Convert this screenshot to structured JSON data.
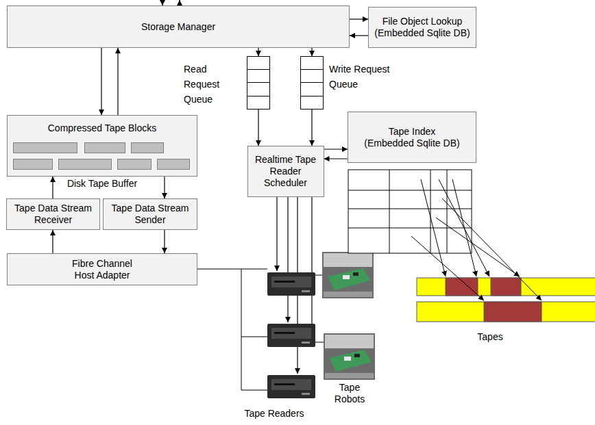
{
  "diagram": {
    "nodes": [
      {
        "text": [
          "Storage Manager"
        ]
      },
      {
        "text": [
          "File Object Lookup",
          "(Embedded Sqlite DB)"
        ]
      },
      {
        "text": [
          "Read Request Queue"
        ]
      },
      {
        "text": [
          "Write Request Queue"
        ]
      },
      {
        "text": [
          "Compressed Tape Blocks",
          "Disk Tape Buffer"
        ]
      },
      {
        "text": [
          "Tape Index",
          "(Embedded Sqlite DB)"
        ]
      },
      {
        "text": [
          "Realtime Tape Reader Scheduler"
        ]
      },
      {
        "text": [
          "Tape Data Stream Receiver"
        ]
      },
      {
        "text": [
          "Tape Data Stream Sender"
        ]
      },
      {
        "text": [
          "Fibre Channel Host Adapter"
        ]
      }
    ],
    "edges": [
      {
        "from": 0,
        "to": 1,
        "arrow": "to"
      },
      {
        "from": 1,
        "to": 0,
        "arrow": "to"
      },
      {
        "from": 0,
        "to": 4,
        "arrow": "to"
      },
      {
        "from": 4,
        "to": 0,
        "arrow": "to"
      },
      {
        "from": 0,
        "to": 2,
        "arrow": "to"
      },
      {
        "from": 0,
        "to": 3,
        "arrow": "to"
      },
      {
        "from": 2,
        "to": 6,
        "arrow": "to"
      },
      {
        "from": 3,
        "to": 6,
        "arrow": "to"
      },
      {
        "from": 6,
        "to": 5,
        "arrow": "to"
      },
      {
        "from": 5,
        "to": 6,
        "arrow": "to"
      },
      {
        "from": 7,
        "to": 4,
        "arrow": "to"
      },
      {
        "from": 4,
        "to": 8,
        "arrow": "to"
      },
      {
        "from": 9,
        "to": 7,
        "arrow": "to"
      },
      {
        "from": 8,
        "to": 9,
        "arrow": "to"
      }
    ],
    "labels": [
      "Tapes",
      "Tape Robots",
      "Tape Readers"
    ]
  }
}
